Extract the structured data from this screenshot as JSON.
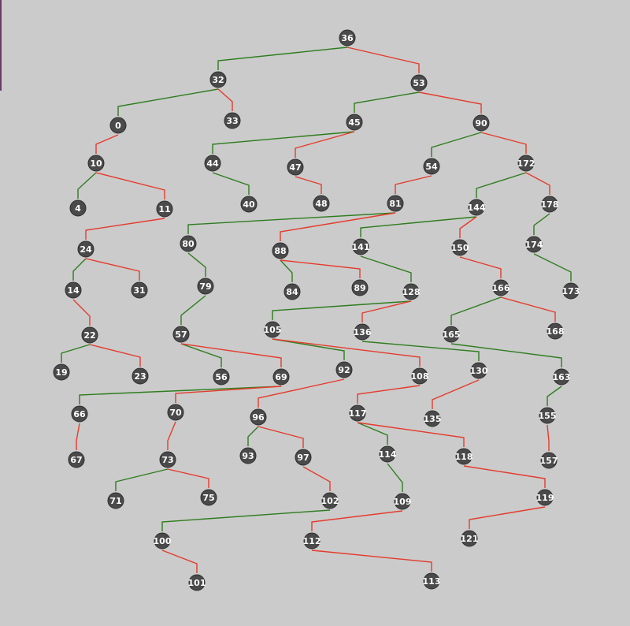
{
  "colors": {
    "background": "#cbcbcb",
    "node_fill": "#4a4a4a",
    "node_stroke": "#2f2f2f",
    "label": "#ffffff",
    "left_child_edge": "#2e7d1e",
    "right_child_edge": "#e53b2c"
  },
  "tree": {
    "root": "36",
    "edges": [
      {
        "parent": "36",
        "child": "32",
        "side": "left"
      },
      {
        "parent": "36",
        "child": "53",
        "side": "right"
      },
      {
        "parent": "32",
        "child": "0",
        "side": "left"
      },
      {
        "parent": "32",
        "child": "33",
        "side": "right"
      },
      {
        "parent": "0",
        "child": "10",
        "side": "right"
      },
      {
        "parent": "10",
        "child": "4",
        "side": "left"
      },
      {
        "parent": "10",
        "child": "11",
        "side": "right"
      },
      {
        "parent": "11",
        "child": "24",
        "side": "right"
      },
      {
        "parent": "24",
        "child": "14",
        "side": "left"
      },
      {
        "parent": "24",
        "child": "31",
        "side": "right"
      },
      {
        "parent": "14",
        "child": "22",
        "side": "right"
      },
      {
        "parent": "22",
        "child": "19",
        "side": "left"
      },
      {
        "parent": "22",
        "child": "23",
        "side": "right"
      },
      {
        "parent": "53",
        "child": "45",
        "side": "left"
      },
      {
        "parent": "53",
        "child": "90",
        "side": "right"
      },
      {
        "parent": "45",
        "child": "44",
        "side": "left"
      },
      {
        "parent": "45",
        "child": "47",
        "side": "right"
      },
      {
        "parent": "44",
        "child": "40",
        "side": "left"
      },
      {
        "parent": "47",
        "child": "48",
        "side": "right"
      },
      {
        "parent": "90",
        "child": "54",
        "side": "left"
      },
      {
        "parent": "90",
        "child": "172",
        "side": "right"
      },
      {
        "parent": "54",
        "child": "81",
        "side": "right"
      },
      {
        "parent": "81",
        "child": "80",
        "side": "left"
      },
      {
        "parent": "81",
        "child": "88",
        "side": "right"
      },
      {
        "parent": "80",
        "child": "79",
        "side": "left"
      },
      {
        "parent": "79",
        "child": "57",
        "side": "left"
      },
      {
        "parent": "57",
        "child": "56",
        "side": "left"
      },
      {
        "parent": "57",
        "child": "69",
        "side": "right"
      },
      {
        "parent": "69",
        "child": "66",
        "side": "left"
      },
      {
        "parent": "69",
        "child": "70",
        "side": "right"
      },
      {
        "parent": "66",
        "child": "67",
        "side": "right"
      },
      {
        "parent": "70",
        "child": "73",
        "side": "right"
      },
      {
        "parent": "73",
        "child": "71",
        "side": "left"
      },
      {
        "parent": "73",
        "child": "75",
        "side": "right"
      },
      {
        "parent": "88",
        "child": "84",
        "side": "left"
      },
      {
        "parent": "88",
        "child": "89",
        "side": "right"
      },
      {
        "parent": "172",
        "child": "144",
        "side": "left"
      },
      {
        "parent": "172",
        "child": "178",
        "side": "right"
      },
      {
        "parent": "144",
        "child": "141",
        "side": "left"
      },
      {
        "parent": "144",
        "child": "150",
        "side": "right"
      },
      {
        "parent": "141",
        "child": "128",
        "side": "left"
      },
      {
        "parent": "128",
        "child": "105",
        "side": "left"
      },
      {
        "parent": "128",
        "child": "136",
        "side": "right"
      },
      {
        "parent": "105",
        "child": "92",
        "side": "left"
      },
      {
        "parent": "105",
        "child": "108",
        "side": "right"
      },
      {
        "parent": "92",
        "child": "96",
        "side": "right"
      },
      {
        "parent": "96",
        "child": "93",
        "side": "left"
      },
      {
        "parent": "96",
        "child": "97",
        "side": "right"
      },
      {
        "parent": "97",
        "child": "102",
        "side": "right"
      },
      {
        "parent": "102",
        "child": "100",
        "side": "left"
      },
      {
        "parent": "100",
        "child": "101",
        "side": "right"
      },
      {
        "parent": "108",
        "child": "117",
        "side": "right"
      },
      {
        "parent": "117",
        "child": "114",
        "side": "left"
      },
      {
        "parent": "117",
        "child": "118",
        "side": "right"
      },
      {
        "parent": "114",
        "child": "109",
        "side": "left"
      },
      {
        "parent": "109",
        "child": "112",
        "side": "right"
      },
      {
        "parent": "112",
        "child": "113",
        "side": "right"
      },
      {
        "parent": "118",
        "child": "119",
        "side": "right"
      },
      {
        "parent": "119",
        "child": "121",
        "side": "right"
      },
      {
        "parent": "136",
        "child": "130",
        "side": "left"
      },
      {
        "parent": "130",
        "child": "135",
        "side": "right"
      },
      {
        "parent": "150",
        "child": "166",
        "side": "right"
      },
      {
        "parent": "166",
        "child": "165",
        "side": "left"
      },
      {
        "parent": "166",
        "child": "168",
        "side": "right"
      },
      {
        "parent": "165",
        "child": "163",
        "side": "left"
      },
      {
        "parent": "163",
        "child": "155",
        "side": "left"
      },
      {
        "parent": "155",
        "child": "157",
        "side": "right"
      },
      {
        "parent": "178",
        "child": "174",
        "side": "left"
      },
      {
        "parent": "174",
        "child": "173",
        "side": "left"
      }
    ]
  }
}
